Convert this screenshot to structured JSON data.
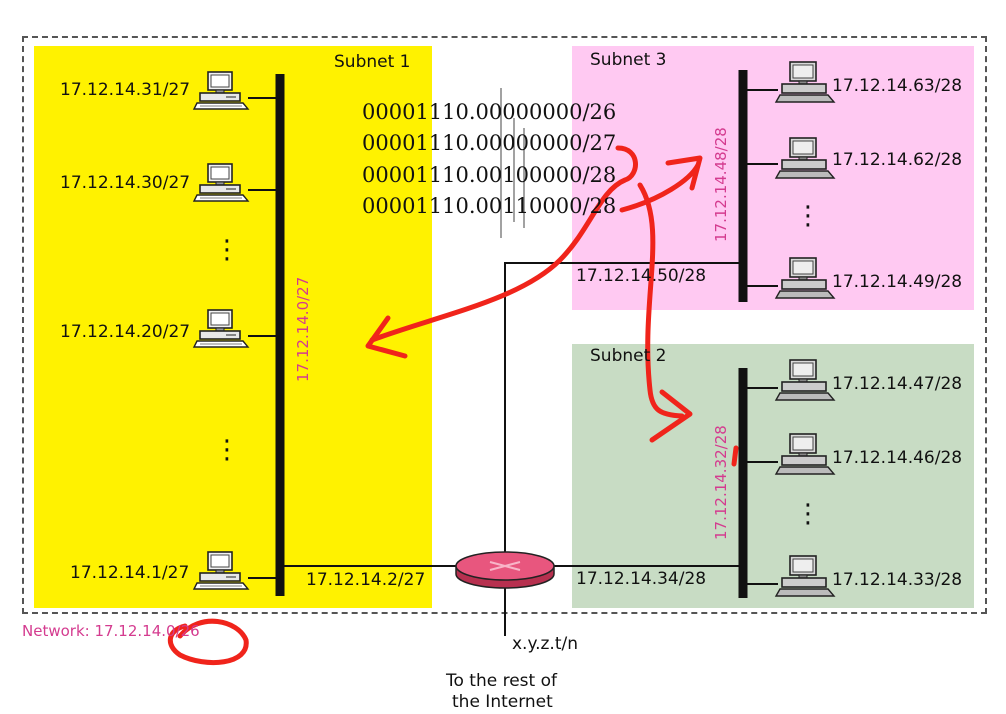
{
  "subnet1": {
    "title": "Subnet 1",
    "bus_label": "17.12.14.0/27",
    "router_if_label": "17.12.14.2/27",
    "hosts": [
      "17.12.14.31/27",
      "17.12.14.30/27",
      "17.12.14.20/27",
      "17.12.14.1/27"
    ]
  },
  "subnet2": {
    "title": "Subnet 2",
    "bus_label": "17.12.14.32/28",
    "router_if_label": "17.12.14.34/28",
    "hosts": [
      "17.12.14.47/28",
      "17.12.14.46/28",
      "17.12.14.33/28"
    ]
  },
  "subnet3": {
    "title": "Subnet 3",
    "bus_label": "17.12.14.48/28",
    "router_if_label": "17.12.14.50/28",
    "hosts": [
      "17.12.14.63/28",
      "17.12.14.62/28",
      "17.12.14.49/28"
    ]
  },
  "binary_rows": [
    "00001110.00000000/26",
    "00001110.00000000/27",
    "00001110.00100000/28",
    "00001110.00110000/28"
  ],
  "network_label": "Network: 17.12.14.0/26",
  "gateway_label": "x.y.z.t/n",
  "internet_label_line1": "To the rest of",
  "internet_label_line2": "the Internet",
  "ellipsis": "⋮",
  "colors": {
    "subnet1_bg": "#fff200",
    "subnet2_bg": "#c8dcc4",
    "subnet3_bg": "#ffc9f2",
    "bus": "#111111",
    "accent_pink": "#d43b8f",
    "annotation_red": "#f0241b",
    "router": "#e8567e"
  }
}
